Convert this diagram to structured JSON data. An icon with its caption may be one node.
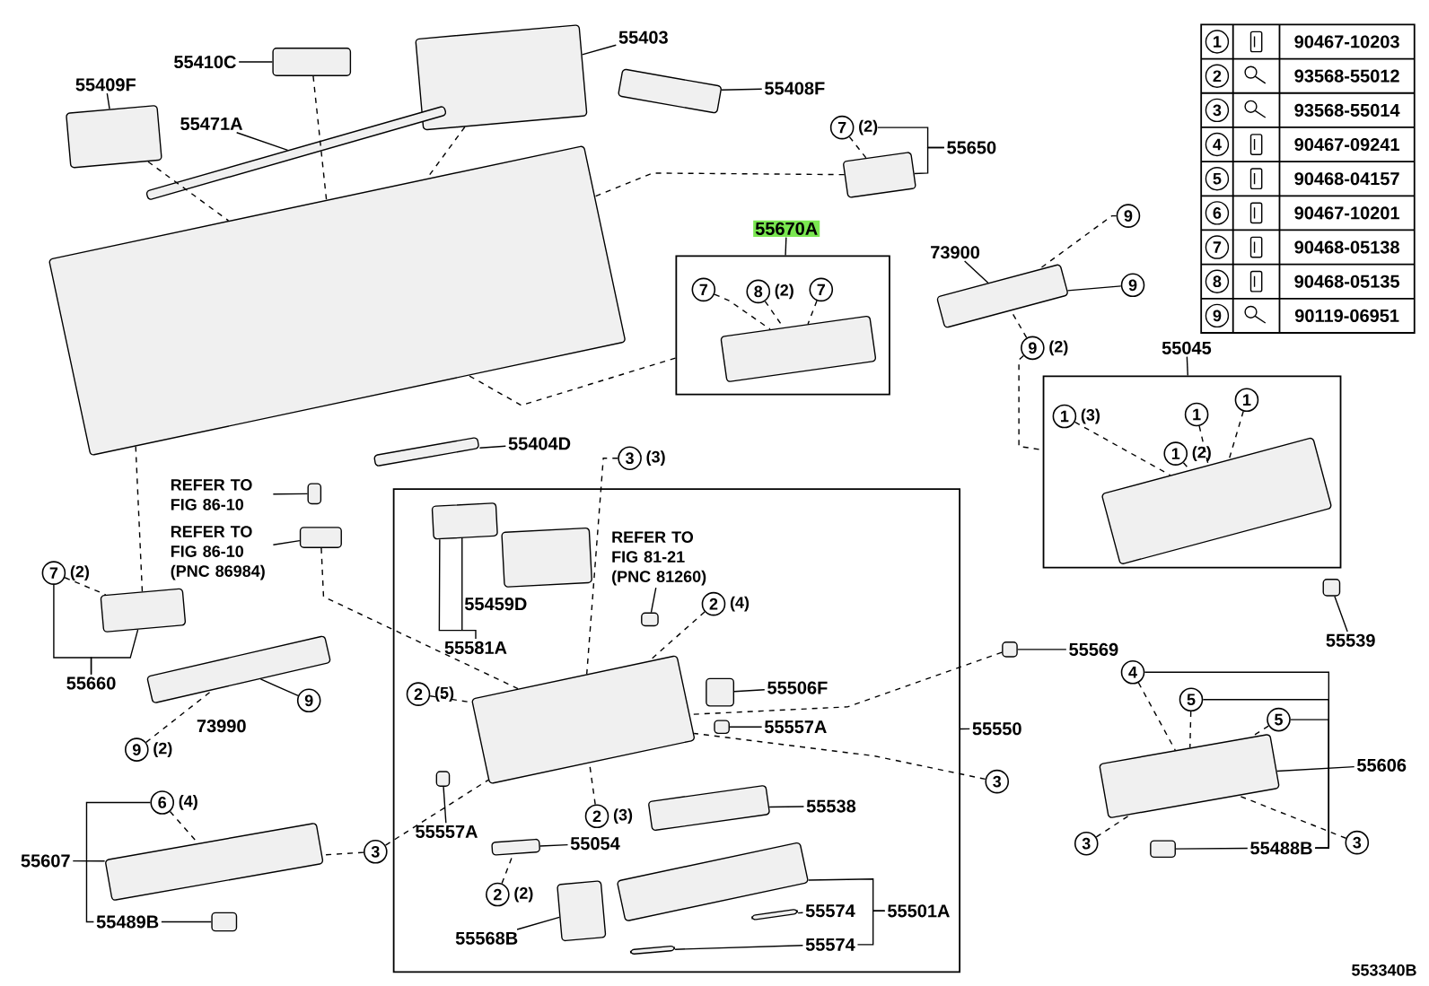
{
  "diagram": {
    "nodes": [
      {
        "text": [
          "55403"
        ]
      },
      {
        "text": [
          "55410C"
        ]
      },
      {
        "text": [
          "55409F"
        ]
      },
      {
        "text": [
          "55408F"
        ]
      },
      {
        "text": [
          "55471A"
        ]
      },
      {
        "text": [
          "7"
        ],
        "beside": [
          "(2)"
        ]
      },
      {
        "text": [
          "55650"
        ]
      },
      {
        "text": [
          "55670A"
        ]
      },
      {
        "text": [],
        "shape": "box"
      },
      {
        "text": [
          "7"
        ],
        "in": 8
      },
      {
        "text": [
          "8"
        ],
        "beside": [
          "(2)"
        ],
        "in": 8
      },
      {
        "text": [
          "7"
        ],
        "in": 8
      },
      {
        "text": [
          "73900"
        ]
      },
      {
        "text": [
          "9"
        ]
      },
      {
        "text": [
          "9"
        ]
      },
      {
        "text": [
          "9"
        ],
        "beside": [
          "(2)"
        ]
      },
      {
        "text": [
          "55045"
        ]
      },
      {
        "text": [],
        "shape": "box"
      },
      {
        "text": [
          "1"
        ],
        "beside": [
          "(3)"
        ],
        "in": 17
      },
      {
        "text": [
          "1"
        ],
        "in": 17
      },
      {
        "text": [
          "1"
        ],
        "in": 17
      },
      {
        "text": [
          "1"
        ],
        "beside": [
          "(2)"
        ],
        "in": 17
      },
      {
        "text": [
          "55404D"
        ]
      },
      {
        "text": [
          "3"
        ],
        "beside": [
          "(3)"
        ]
      },
      {
        "text": [
          "REFER TO FIG 86-10"
        ]
      },
      {
        "text": [
          "REFER TO FIG 86-10 (PNC 86984)"
        ]
      },
      {
        "text": [
          "55550"
        ]
      },
      {
        "text": [],
        "shape": "box"
      },
      {
        "text": [
          "REFER TO FIG 81-21 (PNC 81260)"
        ],
        "in": 27
      },
      {
        "text": [
          "55459D"
        ],
        "in": 27
      },
      {
        "text": [
          "55581A"
        ],
        "in": 27
      },
      {
        "text": [
          "2"
        ],
        "beside": [
          "(4)"
        ],
        "in": 27
      },
      {
        "text": [
          "2"
        ],
        "beside": [
          "(5)"
        ],
        "in": 27
      },
      {
        "text": [
          "55506F"
        ],
        "in": 27
      },
      {
        "text": [
          "55557A"
        ],
        "in": 27
      },
      {
        "text": [
          "2"
        ],
        "beside": [
          "(3)"
        ],
        "in": 27
      },
      {
        "text": [
          "55538"
        ],
        "in": 27
      },
      {
        "text": [
          "55557A"
        ],
        "in": 27
      },
      {
        "text": [
          "55054"
        ],
        "in": 27
      },
      {
        "text": [
          "2"
        ],
        "beside": [
          "(2)"
        ],
        "in": 27
      },
      {
        "text": [
          "55574"
        ],
        "in": 27
      },
      {
        "text": [
          "55501A"
        ],
        "in": 27
      },
      {
        "text": [
          "55568B"
        ],
        "in": 27
      },
      {
        "text": [
          "55574"
        ],
        "in": 27
      },
      {
        "text": [
          "55569"
        ]
      },
      {
        "text": [
          "55539"
        ]
      },
      {
        "text": [
          "7"
        ],
        "beside": [
          "(2)"
        ]
      },
      {
        "text": [
          "55660"
        ]
      },
      {
        "text": [
          "9"
        ]
      },
      {
        "text": [
          "73990"
        ]
      },
      {
        "text": [
          "9"
        ],
        "beside": [
          "(2)"
        ]
      },
      {
        "text": [
          "3"
        ]
      },
      {
        "text": [
          "4"
        ]
      },
      {
        "text": [
          "5"
        ]
      },
      {
        "text": [
          "5"
        ]
      },
      {
        "text": [
          "55606"
        ]
      },
      {
        "text": [
          "3"
        ]
      },
      {
        "text": [
          "55488B"
        ]
      },
      {
        "text": [
          "3"
        ]
      },
      {
        "text": [
          "6"
        ],
        "beside": [
          "(4)"
        ]
      },
      {
        "text": [
          "55607"
        ]
      },
      {
        "text": [
          "3"
        ]
      },
      {
        "text": [
          "55489B"
        ]
      },
      {
        "text": [],
        "shape": "box"
      },
      {
        "text": [],
        "shape": "box"
      },
      {
        "text": [],
        "shape": "box"
      },
      {
        "text": [],
        "shape": "box"
      },
      {
        "text": [],
        "shape": "box"
      },
      {
        "text": [],
        "shape": "box"
      },
      {
        "text": [],
        "shape": "box"
      },
      {
        "text": [],
        "shape": "box",
        "in": 8
      },
      {
        "text": [],
        "shape": "box"
      },
      {
        "text": [],
        "shape": "box",
        "in": 17
      },
      {
        "text": [],
        "shape": "box"
      },
      {
        "text": [],
        "shape": "box"
      },
      {
        "text": [],
        "shape": "box"
      },
      {
        "text": [],
        "shape": "box",
        "in": 27
      },
      {
        "text": [],
        "shape": "box",
        "in": 27
      },
      {
        "text": [],
        "shape": "box",
        "in": 27
      },
      {
        "text": [],
        "shape": "box",
        "in": 27
      },
      {
        "text": [],
        "shape": "box",
        "in": 27
      },
      {
        "text": [],
        "shape": "box",
        "in": 27
      },
      {
        "text": [],
        "shape": "box",
        "in": 27
      },
      {
        "text": [],
        "shape": "box",
        "in": 27
      },
      {
        "text": [],
        "shape": "box",
        "in": 27
      },
      {
        "text": [],
        "shape": "box",
        "in": 27
      },
      {
        "text": [],
        "shape": "box",
        "in": 27
      },
      {
        "text": [],
        "shape": "box",
        "in": 27
      },
      {
        "text": [],
        "shape": "box",
        "in": 27
      },
      {
        "text": [],
        "shape": "box"
      },
      {
        "text": [],
        "shape": "box"
      },
      {
        "text": [],
        "shape": "box"
      },
      {
        "text": [],
        "shape": "box"
      },
      {
        "text": [],
        "shape": "box"
      },
      {
        "text": [],
        "shape": "box"
      },
      {
        "text": [],
        "shape": "box"
      },
      {
        "text": [],
        "shape": "box"
      }
    ],
    "edges": [
      {
        "from": 0,
        "to": 63,
        "arrow": "none"
      },
      {
        "from": 1,
        "to": 64,
        "arrow": "none"
      },
      {
        "from": 2,
        "to": 65,
        "arrow": "none"
      },
      {
        "from": 3,
        "to": 66,
        "arrow": "none"
      },
      {
        "from": 4,
        "to": 67,
        "arrow": "none"
      },
      {
        "from": 5,
        "to": 69,
        "arrow": "none",
        "style": "dashed"
      },
      {
        "from": 6,
        "to": 5,
        "arrow": "none"
      },
      {
        "from": 6,
        "to": 69,
        "arrow": "none"
      },
      {
        "from": 7,
        "to": 8,
        "arrow": "none"
      },
      {
        "from": 9,
        "to": 70,
        "arrow": "none",
        "style": "dashed"
      },
      {
        "from": 10,
        "to": 70,
        "arrow": "none",
        "style": "dashed"
      },
      {
        "from": 11,
        "to": 70,
        "arrow": "none",
        "style": "dashed"
      },
      {
        "from": 12,
        "to": 71,
        "arrow": "none"
      },
      {
        "from": 13,
        "to": 71,
        "arrow": "none",
        "style": "dashed"
      },
      {
        "from": 14,
        "to": 71,
        "arrow": "none"
      },
      {
        "from": 15,
        "to": 71,
        "arrow": "none",
        "style": "dashed"
      },
      {
        "from": 15,
        "to": 17,
        "arrow": "none",
        "style": "dashed"
      },
      {
        "from": 16,
        "to": 17,
        "arrow": "none"
      },
      {
        "from": 18,
        "to": 72,
        "arrow": "none",
        "style": "dashed"
      },
      {
        "from": 19,
        "to": 72,
        "arrow": "none",
        "style": "dashed"
      },
      {
        "from": 20,
        "to": 72,
        "arrow": "none",
        "style": "dashed"
      },
      {
        "from": 21,
        "to": 72,
        "arrow": "none",
        "style": "dashed"
      },
      {
        "from": 22,
        "to": 73,
        "arrow": "none"
      },
      {
        "from": 23,
        "to": 79,
        "arrow": "none",
        "style": "dashed"
      },
      {
        "from": 24,
        "to": 74,
        "arrow": "none"
      },
      {
        "from": 25,
        "to": 75,
        "arrow": "none"
      },
      {
        "from": 26,
        "to": 27,
        "arrow": "none"
      },
      {
        "from": 28,
        "to": 76,
        "arrow": "none"
      },
      {
        "from": 30,
        "to": 78,
        "arrow": "none"
      },
      {
        "from": 31,
        "to": 79,
        "arrow": "none",
        "style": "dashed"
      },
      {
        "from": 32,
        "to": 79,
        "arrow": "none",
        "style": "dashed"
      },
      {
        "from": 33,
        "to": 80,
        "arrow": "none"
      },
      {
        "from": 34,
        "to": 81,
        "arrow": "none"
      },
      {
        "from": 35,
        "to": 79,
        "arrow": "none",
        "style": "dashed"
      },
      {
        "from": 36,
        "to": 83,
        "arrow": "none"
      },
      {
        "from": 37,
        "to": 82,
        "arrow": "none"
      },
      {
        "from": 38,
        "to": 84,
        "arrow": "none"
      },
      {
        "from": 39,
        "to": 84,
        "arrow": "none",
        "style": "dashed"
      },
      {
        "from": 40,
        "to": 87,
        "arrow": "none"
      },
      {
        "from": 41,
        "to": 86,
        "arrow": "none"
      },
      {
        "from": 41,
        "to": 43,
        "arrow": "none"
      },
      {
        "from": 42,
        "to": 85,
        "arrow": "none"
      },
      {
        "from": 43,
        "to": 88,
        "arrow": "none"
      },
      {
        "from": 44,
        "to": 89,
        "arrow": "none"
      },
      {
        "from": 45,
        "to": 90,
        "arrow": "none"
      },
      {
        "from": 46,
        "to": 91,
        "arrow": "none",
        "style": "dashed"
      },
      {
        "from": 47,
        "to": 91,
        "arrow": "none"
      },
      {
        "from": 47,
        "to": 46,
        "arrow": "none"
      },
      {
        "from": 48,
        "to": 92,
        "arrow": "none"
      },
      {
        "from": 50,
        "to": 92,
        "arrow": "none",
        "style": "dashed"
      },
      {
        "from": 51,
        "to": 79,
        "arrow": "none",
        "style": "dashed"
      },
      {
        "from": 52,
        "to": 93,
        "arrow": "none",
        "style": "dashed"
      },
      {
        "from": 53,
        "to": 93,
        "arrow": "none",
        "style": "dashed"
      },
      {
        "from": 54,
        "to": 93,
        "arrow": "none",
        "style": "dashed"
      },
      {
        "from": 55,
        "to": 93,
        "arrow": "none"
      },
      {
        "from": 56,
        "to": 93,
        "arrow": "none",
        "style": "dashed"
      },
      {
        "from": 57,
        "to": 94,
        "arrow": "none"
      },
      {
        "from": 57,
        "to": 52,
        "arrow": "none"
      },
      {
        "from": 53,
        "to": 57,
        "arrow": "none"
      },
      {
        "from": 54,
        "to": 57,
        "arrow": "none"
      },
      {
        "from": 58,
        "to": 93,
        "arrow": "none",
        "style": "dashed"
      },
      {
        "from": 59,
        "to": 95,
        "arrow": "none",
        "style": "dashed"
      },
      {
        "from": 60,
        "to": 95,
        "arrow": "none"
      },
      {
        "from": 59,
        "to": 62,
        "arrow": "none"
      },
      {
        "from": 61,
        "to": 95,
        "arrow": "none",
        "style": "dashed"
      },
      {
        "from": 61,
        "to": 79,
        "arrow": "none",
        "style": "dashed"
      },
      {
        "from": 62,
        "to": 96,
        "arrow": "none"
      },
      {
        "from": 65,
        "to": 68,
        "arrow": "none",
        "style": "dashed"
      },
      {
        "from": 64,
        "to": 68,
        "arrow": "none",
        "style": "dashed"
      },
      {
        "from": 63,
        "to": 68,
        "arrow": "none",
        "style": "dashed"
      },
      {
        "from": 69,
        "to": 68,
        "arrow": "none",
        "style": "dashed"
      },
      {
        "from": 8,
        "to": 68,
        "arrow": "none",
        "style": "dashed"
      },
      {
        "from": 91,
        "to": 68,
        "arrow": "none",
        "style": "dashed"
      },
      {
        "from": 75,
        "to": 79,
        "arrow": "none",
        "style": "dashed"
      },
      {
        "from": 89,
        "to": 79,
        "arrow": "none",
        "style": "dashed"
      }
    ],
    "labels": [
      "1",
      "90467-10203",
      "2",
      "93568-55012",
      "3",
      "93568-55014",
      "4",
      "90467-09241",
      "5",
      "90468-04157",
      "6",
      "90467-10201",
      "7",
      "90468-05138",
      "8",
      "90468-05135",
      "9",
      "90119-06951",
      "553340B"
    ]
  }
}
